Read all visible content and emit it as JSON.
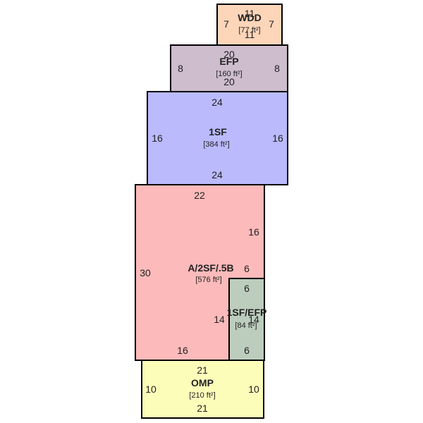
{
  "rooms": {
    "wdd": {
      "label": "WDD",
      "area": "[77 ft²]",
      "top": "11",
      "bottom": "11",
      "left": "7",
      "right": "7",
      "fill": "#FDD5B9"
    },
    "efp": {
      "label": "EFP",
      "area": "[160 ft²]",
      "top": "20",
      "bottom": "20",
      "left": "8",
      "right": "8",
      "fill": "#CDBDCD"
    },
    "sf1": {
      "label": "1SF",
      "area": "[384 ft²]",
      "top": "24",
      "bottom": "24",
      "left": "16",
      "right": "16",
      "fill": "#BABAFD"
    },
    "a2sf": {
      "label": "A/2SF/.5B",
      "area": "[576 ft²]",
      "top": "22",
      "bottom": "16",
      "left": "30",
      "right": "16",
      "notch": "6",
      "fill": "#FDBABA"
    },
    "sfefp": {
      "label": "1SF/EFP",
      "area": "[84 ft²]",
      "top": "6",
      "bottom": "6",
      "left": "14",
      "right": "14",
      "fill": "#BDCDBD"
    },
    "omp": {
      "label": "OMP",
      "area": "[210 ft²]",
      "top": "21",
      "bottom": "21",
      "left": "10",
      "right": "10",
      "fill": "#FDFDBA"
    }
  }
}
